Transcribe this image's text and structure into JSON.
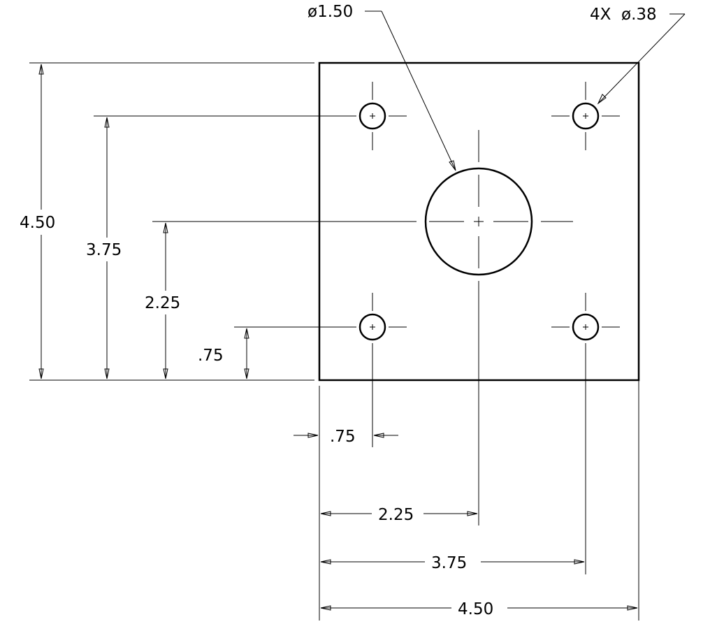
{
  "drawing": {
    "callouts": {
      "large_hole": "ø1.50",
      "small_holes": "4X  ø.38"
    },
    "vertical_dims": {
      "overall": "4.50",
      "top_holes": "3.75",
      "center_hole": "2.25",
      "bottom_holes": ".75"
    },
    "horizontal_dims": {
      "left_holes": ".75",
      "center_hole": "2.25",
      "right_holes": "3.75",
      "overall": "4.50"
    }
  }
}
